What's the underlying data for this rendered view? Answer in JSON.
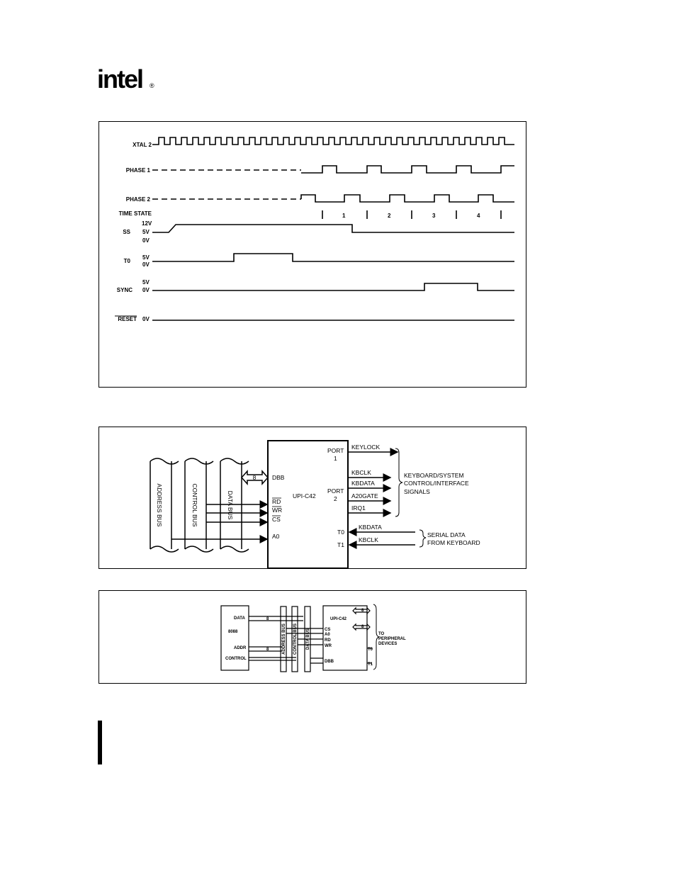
{
  "brand": {
    "logo_text": "intel",
    "registered_mark": "®"
  },
  "timing": {
    "signals": {
      "xtal2": "XTAL 2",
      "phase1": "PHASE 1",
      "phase2": "PHASE 2",
      "time_state": "TIME STATE",
      "ss": "SS",
      "t0": "T0",
      "sync": "SYNC",
      "reset": "RESET"
    },
    "levels": {
      "v12": "12V",
      "v5": "5V",
      "v0": "0V"
    },
    "states": [
      "1",
      "2",
      "3",
      "4"
    ]
  },
  "block1": {
    "buses": {
      "address": "ADDRESS BUS",
      "control": "CONTROL BUS",
      "data": "DATA BUS"
    },
    "chip": "UPI-C42",
    "width": "8",
    "pins": {
      "dbb": "DBB",
      "rd": "RD",
      "wr": "WR",
      "cs": "CS",
      "a0": "A0",
      "t0": "T0",
      "t1": "T1"
    },
    "ports": {
      "port1": "PORT",
      "port1_num": "1",
      "port2": "PORT",
      "port2_num": "2"
    },
    "outputs": [
      "KEYLOCK",
      "KBCLK",
      "KBDATA",
      "A20GATE",
      "IRQ1"
    ],
    "inputs": [
      "KBDATA",
      "KBCLK"
    ],
    "group1": [
      "KEYBOARD/SYSTEM",
      "CONTROL/INTERFACE",
      "SIGNALS"
    ],
    "group2": [
      "SERIAL DATA",
      "FROM KEYBOARD"
    ]
  },
  "block2": {
    "cpu": "8088",
    "cpu_pins": {
      "data": "DATA",
      "addr": "ADDR",
      "control": "CONTROL"
    },
    "buses": {
      "address": "ADDRESS BUS",
      "control": "CONTROL BUS",
      "data": "DATA BUS"
    },
    "width": "8",
    "chip": "UPI-C42",
    "pins": {
      "cs": "CS",
      "a0": "A0",
      "rd": "RD",
      "wr": "WR",
      "dbb": "DBB",
      "t0": "T0",
      "t1": "T1"
    },
    "dest": [
      "TO",
      "PERIPHERAL",
      "DEVICES"
    ]
  }
}
